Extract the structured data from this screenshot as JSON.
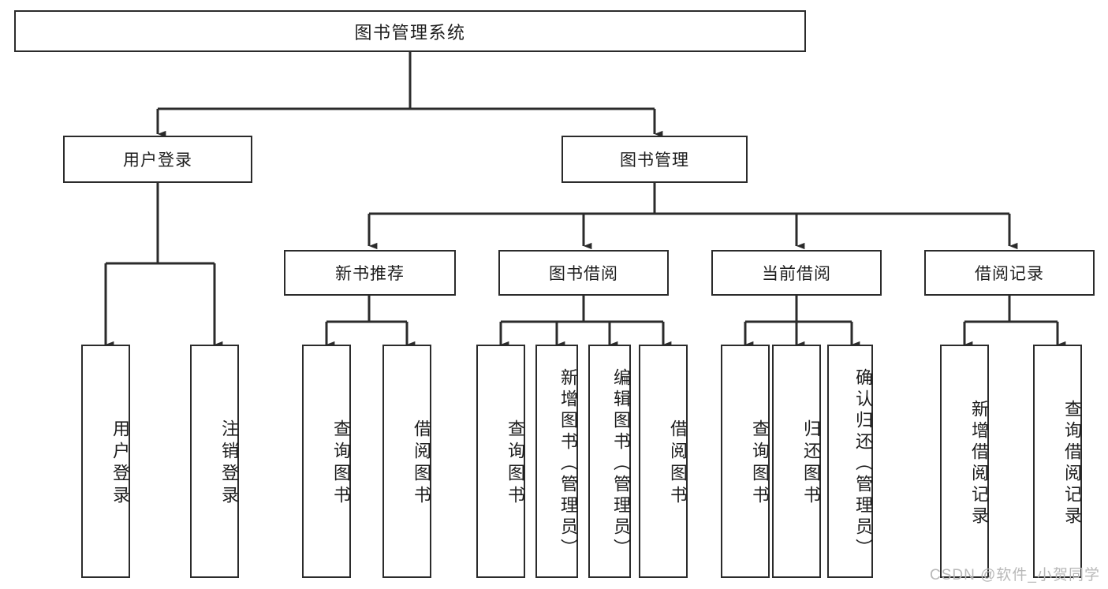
{
  "diagram": {
    "title": "图书管理系统",
    "type": "hierarchy-tree",
    "watermark": "CSDN @软件_小贺同学",
    "colors": {
      "box_border": "#2b2b2b",
      "box_fill": "#ffffff",
      "connector": "#2b2b2b",
      "text": "#1d1d1d",
      "watermark": "#b9b9b9"
    },
    "root": {
      "label": "图书管理系统"
    },
    "level2": [
      {
        "label": "用户登录"
      },
      {
        "label": "图书管理"
      }
    ],
    "level3": [
      {
        "label": "新书推荐"
      },
      {
        "label": "图书借阅"
      },
      {
        "label": "当前借阅"
      },
      {
        "label": "借阅记录"
      }
    ],
    "leaves": {
      "user_login": [
        {
          "label": "用户登录"
        },
        {
          "label": "注销登录"
        }
      ],
      "new_book_recommend": [
        {
          "label": "查询图书"
        },
        {
          "label": "借阅图书"
        }
      ],
      "book_borrow": [
        {
          "label": "查询图书"
        },
        {
          "label": "新增图书（管理员）"
        },
        {
          "label": "编辑图书（管理员）"
        },
        {
          "label": "借阅图书"
        }
      ],
      "current_borrow": [
        {
          "label": "查询图书"
        },
        {
          "label": "归还图书"
        },
        {
          "label": "确认归还（管理员）"
        }
      ],
      "borrow_record": [
        {
          "label": "新增借阅记录"
        },
        {
          "label": "查询借阅记录"
        }
      ]
    }
  }
}
